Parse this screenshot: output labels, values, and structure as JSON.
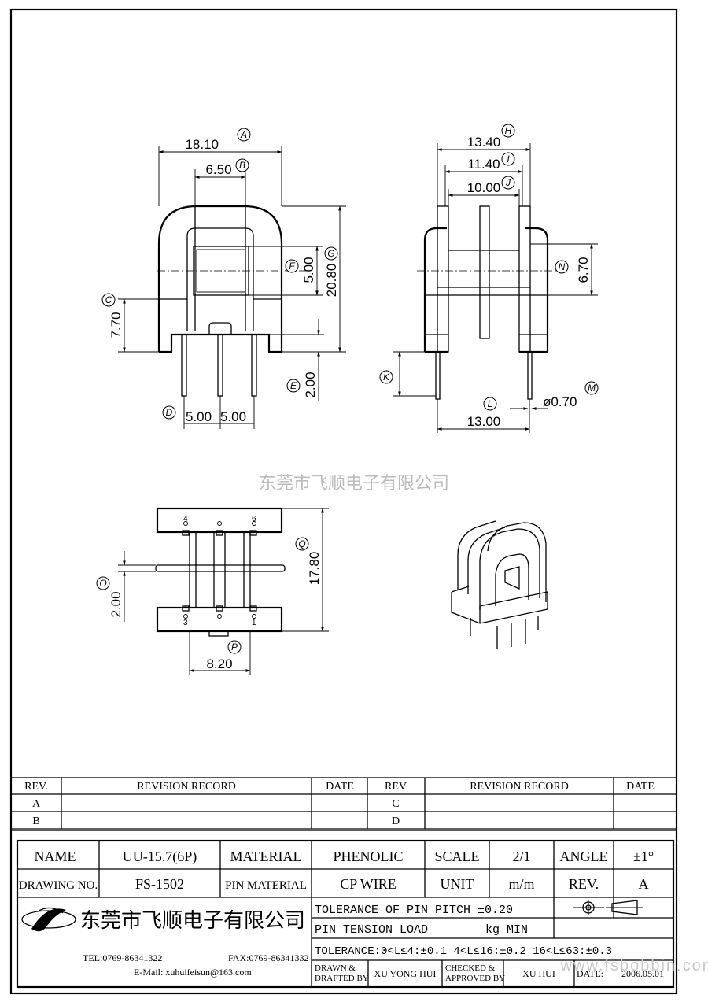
{
  "dimensions": {
    "front_width": "18.10",
    "front_width_ref": "A",
    "front_inner": "6.50",
    "front_inner_ref": "B",
    "front_height": "20.80",
    "front_height_ref": "G",
    "front_window": "5.00",
    "front_window_ref": "F",
    "front_base": "7.70",
    "front_base_ref": "C",
    "pin_len": "2.00",
    "pin_len_ref": "E",
    "pin_pitch_a": "5.00",
    "pin_pitch_b": "5.00",
    "pin_pitch_ref": "D",
    "side_outer": "13.40",
    "side_outer_ref": "H",
    "side_mid": "11.40",
    "side_mid_ref": "I",
    "side_inner": "10.00",
    "side_inner_ref": "J",
    "side_height": "6.70",
    "side_height_ref": "N",
    "side_pin_ref": "K",
    "side_pin_span": "13.00",
    "side_pin_span_ref": "L",
    "pin_dia": "ø0.70",
    "pin_dia_ref": "M",
    "bottom_height": "17.80",
    "bottom_height_ref": "Q",
    "bottom_offset": "2.00",
    "bottom_offset_ref": "O",
    "bottom_width": "8.20",
    "bottom_width_ref": "P",
    "pin_no_4": "4",
    "pin_no_6": "6",
    "pin_no_3": "3",
    "pin_no_1": "1"
  },
  "company_watermark": "东莞市飞顺电子有限公司",
  "revision_table": {
    "rev_header": "REV.",
    "record_header": "REVISION RECORD",
    "date_header": "DATE",
    "rev_header_2": "REV",
    "rows_left": [
      "A",
      "B"
    ],
    "rows_right": [
      "C",
      "D"
    ]
  },
  "title_block": {
    "name_label": "NAME",
    "name_value": "UU-15.7(6P)",
    "material_label": "MATERIAL",
    "material_value": "PHENOLIC",
    "scale_label": "SCALE",
    "scale_value": "2/1",
    "angle_label": "ANGLE",
    "angle_value": "±1°",
    "drawing_no_label": "DRAWING NO.",
    "drawing_no_value": "FS-1502",
    "pin_material_label": "PIN MATERIAL",
    "pin_material_value": "CP WIRE",
    "unit_label": "UNIT",
    "unit_value": "m/m",
    "rev_label": "REV.",
    "rev_value": "A",
    "company_name": "东莞市飞顺电子有限公司",
    "tel": "TEL:0769-86341322",
    "fax": "FAX:0769-86341332",
    "email": "E-Mail: xuhuifeisun@163.com",
    "tol_pitch": "TOLERANCE OF PIN PITCH ±0.20",
    "pin_tension": "PIN TENSION  LOAD",
    "pin_tension_unit": "kg MIN",
    "tolerance": "TOLERANCE:0<L≤4:±0.1  4<L≤16:±0.2  16<L≤63:±0.3",
    "drawn_label_1": "DRAWN &",
    "drawn_label_2": "DRAFTED BY",
    "drawn_value": "XU YONG HUI",
    "checked_label_1": "CHECKED &",
    "checked_label_2": "APPROVED BY",
    "checked_value": "XU      HUI",
    "date_label": "DATE:",
    "date_value": "2006.05.01"
  },
  "website_watermark": "www.fsbobbin.com"
}
